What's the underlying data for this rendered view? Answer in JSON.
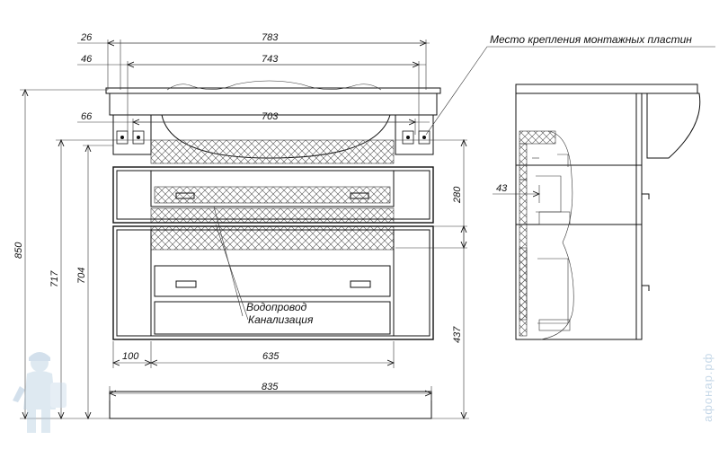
{
  "callouts": {
    "mounting_plates": "Место крепления монтажных пластин",
    "water_supply": "Водопровод",
    "sewage": "Канализация"
  },
  "dimensions": {
    "d26": "26",
    "d783": "783",
    "d46": "46",
    "d743": "743",
    "d66": "66",
    "d703": "703",
    "d280": "280",
    "d43": "43",
    "d850": "850",
    "d717": "717",
    "d704": "704",
    "d437": "437",
    "d100": "100",
    "d635": "635",
    "d835": "835"
  },
  "watermark": {
    "text": "афонар.рф"
  },
  "icons": {
    "mascot": "plumber-mascot-icon"
  }
}
